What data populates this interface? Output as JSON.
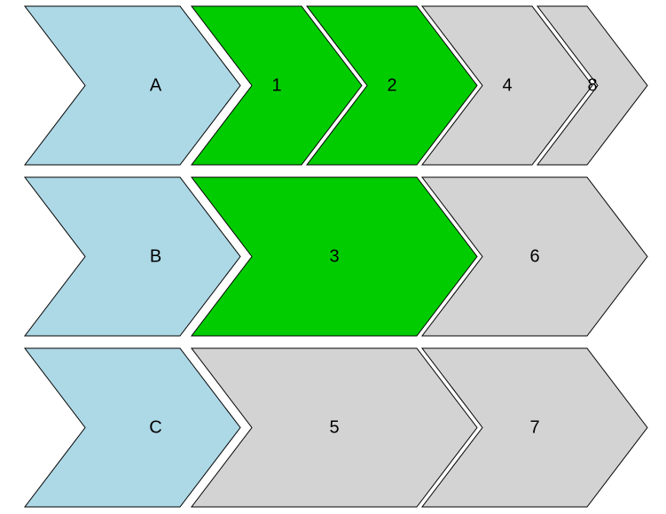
{
  "colors": {
    "header": "#add8e6",
    "active": "#00cc00",
    "inactive": "#d3d3d3",
    "stroke": "#000000"
  },
  "rows": [
    {
      "header": "A",
      "cells": [
        {
          "label": "1",
          "state": "active"
        },
        {
          "label": "2",
          "state": "active"
        },
        {
          "label": "4",
          "state": "inactive"
        },
        {
          "label": "8",
          "state": "inactive"
        }
      ]
    },
    {
      "header": "B",
      "cells": [
        {
          "label": "3",
          "state": "active"
        },
        {
          "label": "6",
          "state": "inactive"
        }
      ]
    },
    {
      "header": "C",
      "cells": [
        {
          "label": "5",
          "state": "inactive"
        },
        {
          "label": "7",
          "state": "inactive"
        }
      ]
    }
  ]
}
